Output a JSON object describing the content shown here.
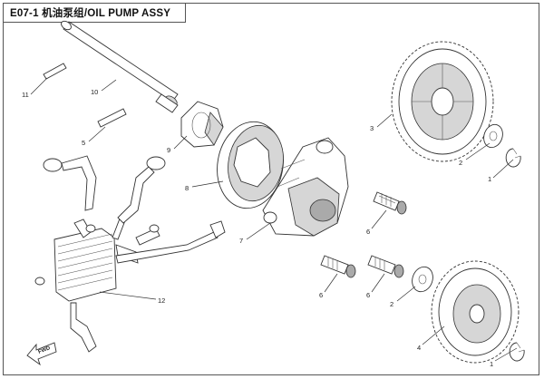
{
  "title": "E07-1 机油泵组/OIL PUMP ASSY",
  "callouts": {
    "c1a": "1",
    "c1b": "1",
    "c2a": "2",
    "c2b": "2",
    "c3": "3",
    "c4": "4",
    "c5": "5",
    "c6a": "6",
    "c6b": "6",
    "c6c": "6",
    "c7": "7",
    "c8": "8",
    "c9": "9",
    "c10": "10",
    "c11": "11",
    "c12": "12"
  },
  "arrow_label": "FWD",
  "icons": [
    "front-direction-arrow-icon"
  ]
}
